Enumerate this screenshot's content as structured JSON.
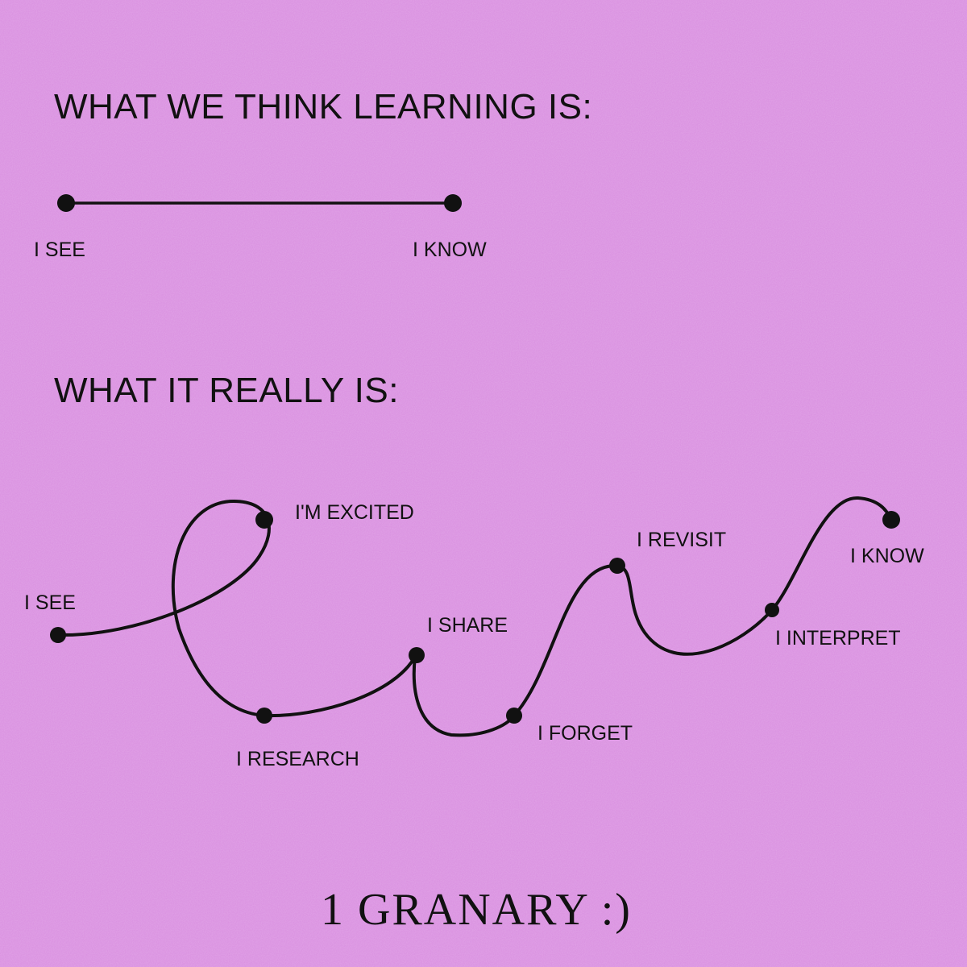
{
  "colors": {
    "background": "#d98ee0",
    "ink": "#111111"
  },
  "top_section": {
    "title": "WHAT WE THINK LEARNING IS:",
    "start_label": "I  SEE",
    "end_label": "I KNOW"
  },
  "bottom_section": {
    "title": "WHAT IT REALLY IS:",
    "stages": [
      "I  SEE",
      "I'M EXCITED",
      "I RESEARCH",
      "I SHARE",
      "I FORGET",
      "I REVISIT",
      "I INTERPRET",
      "I KNOW"
    ]
  },
  "footer": {
    "text": "1 GRANARY :)"
  }
}
